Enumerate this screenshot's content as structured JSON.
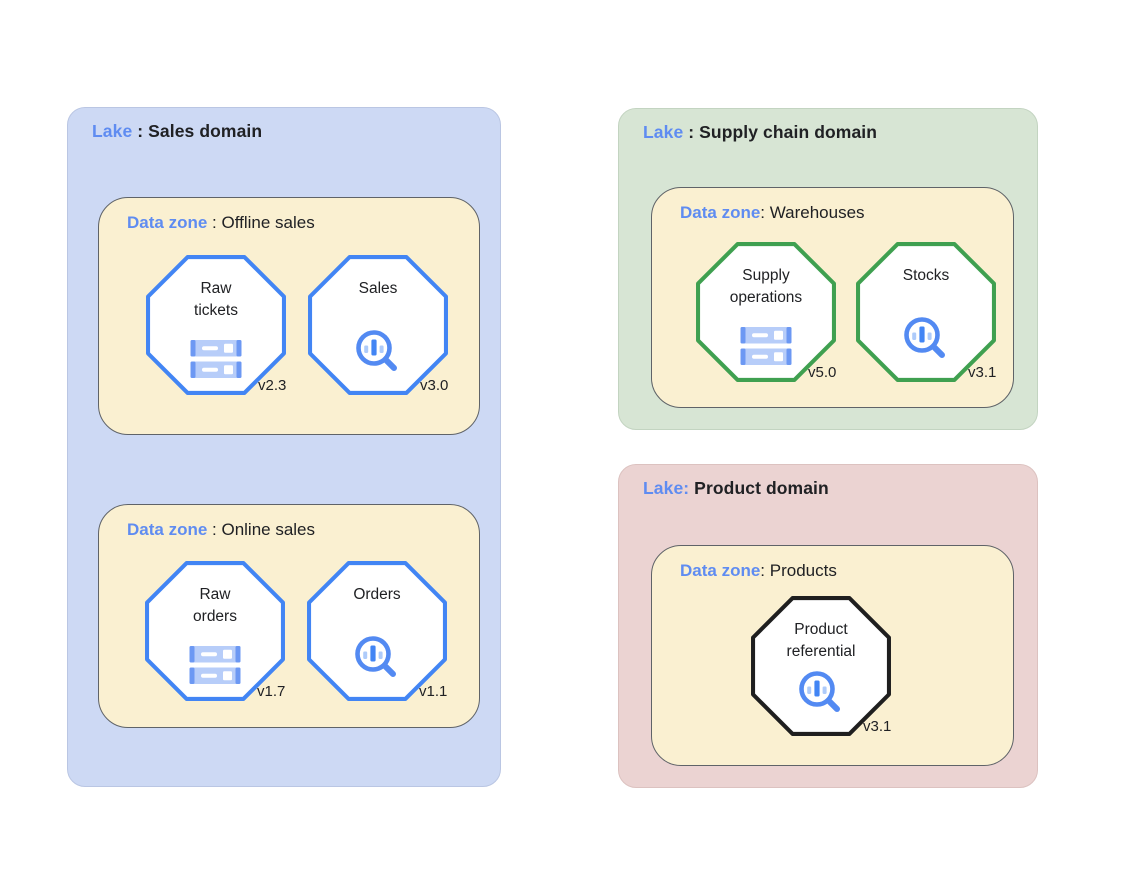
{
  "diagram": {
    "palette": {
      "canvas_bg": "#ffffff",
      "text": "#202124",
      "accent_text": "#5f8cf1",
      "zone_bg": "#faf0d1",
      "zone_border": "#5f6368",
      "octagon_fill": "#ffffff",
      "octagon_blue": "#4285f4",
      "octagon_green": "#3fa050",
      "octagon_black": "#1f1f1f",
      "icon_light_blue": "#aecbfa",
      "icon_medium_blue": "#6c98f3",
      "icon_bar_blue": "#4285f4",
      "icon_ring_blue": "#538af2",
      "icon_white": "#ffffff"
    },
    "lakes": [
      {
        "title": {
          "prefix": "Lake",
          "rest": " : Sales domain"
        },
        "bg": "#cdd9f4",
        "border_color": "#bac6e3",
        "zones": [
          {
            "title": {
              "prefix": "Data zone",
              "rest": " : Offline sales"
            },
            "nodes": [
              {
                "name_lines": [
                  "Raw",
                  "tickets"
                ],
                "version": "v2.3",
                "icon": "storage-icon",
                "border_color": "#4285f4"
              },
              {
                "name_lines": [
                  "Sales"
                ],
                "version": "v3.0",
                "icon": "chart-magnifier-icon",
                "border_color": "#4285f4"
              }
            ]
          },
          {
            "title": {
              "prefix": "Data zone",
              "rest": " : Online sales"
            },
            "nodes": [
              {
                "name_lines": [
                  "Raw",
                  "orders"
                ],
                "version": "v1.7",
                "icon": "storage-icon",
                "border_color": "#4285f4"
              },
              {
                "name_lines": [
                  "Orders"
                ],
                "version": "v1.1",
                "icon": "chart-magnifier-icon",
                "border_color": "#4285f4"
              }
            ]
          }
        ]
      },
      {
        "title": {
          "prefix": "Lake",
          "rest": " : Supply chain domain"
        },
        "bg": "#d7e5d4",
        "border_color": "#c3d4c1",
        "zones": [
          {
            "title": {
              "prefix": "Data zone",
              "rest": ": Warehouses"
            },
            "nodes": [
              {
                "name_lines": [
                  "Supply",
                  "operations"
                ],
                "version": "v5.0",
                "icon": "storage-icon",
                "border_color": "#3fa050"
              },
              {
                "name_lines": [
                  "Stocks"
                ],
                "version": "v3.1",
                "icon": "chart-magnifier-icon",
                "border_color": "#3fa050"
              }
            ]
          }
        ]
      },
      {
        "title": {
          "prefix": "Lake:",
          "rest": " Product domain"
        },
        "bg": "#ebd3d2",
        "border_color": "#dcc2c0",
        "zones": [
          {
            "title": {
              "prefix": "Data zone",
              "rest": ": Products"
            },
            "nodes": [
              {
                "name_lines": [
                  "Product",
                  "referential"
                ],
                "version": "v3.1",
                "icon": "chart-magnifier-icon",
                "border_color": "#1f1f1f"
              }
            ]
          }
        ]
      }
    ]
  }
}
